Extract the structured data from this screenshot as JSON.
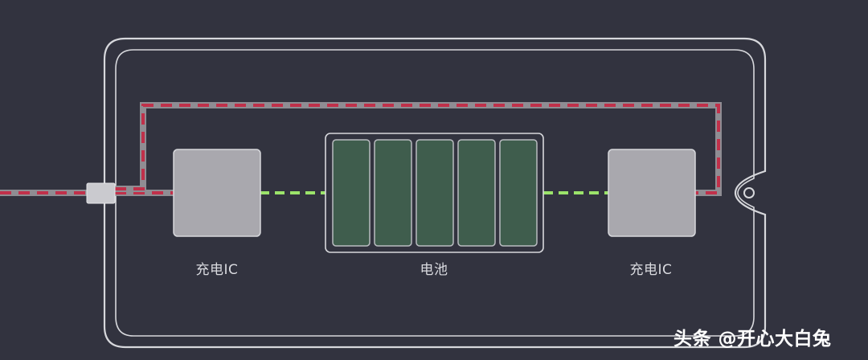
{
  "labels": {
    "left_ic": "充电IC",
    "battery": "电池",
    "right_ic": "充电IC"
  },
  "watermark": "头条 @开心大白兔",
  "battery_cells": 5,
  "colors": {
    "background": "#32333f",
    "device_outline": "#d7d8dc",
    "ic_box": "#a9a8ae",
    "battery_cell": "#3f5d4d",
    "wire_gray": "#8f8d93",
    "wire_dash_red": "#c0304a",
    "dc_dash_green": "#9be36a"
  }
}
